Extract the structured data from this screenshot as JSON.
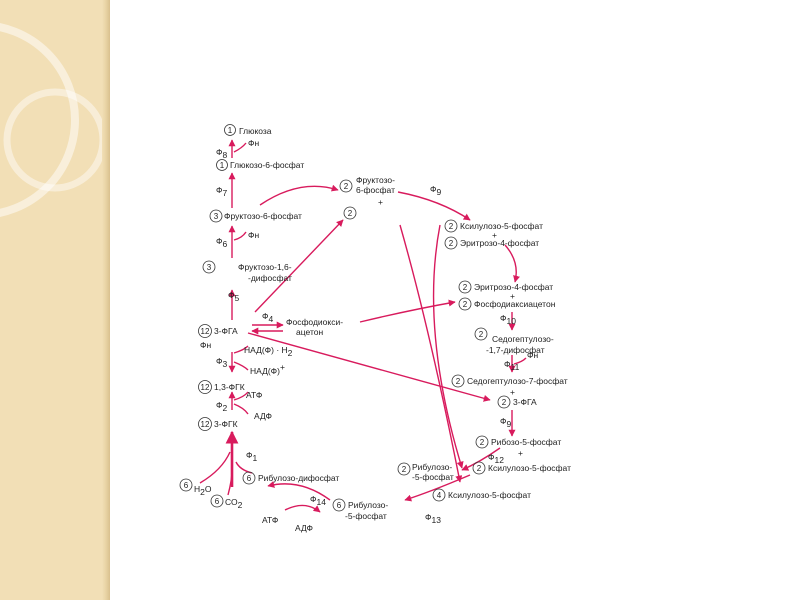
{
  "colors": {
    "sidebar_bg": "#f2dfb6",
    "arrow": "#d81b5d",
    "text": "#222222"
  },
  "labels": {
    "glucose": "Глюкоза",
    "pi_top": "Фн",
    "f8": "Ф",
    "f8_sub": "8",
    "g6p": "Глюкозо-6-фосфат",
    "f7": "Ф",
    "f7_sub": "7",
    "fru_top1": "Фруктозо-",
    "fru_top2": "6-фосфат",
    "f9_top": "Ф",
    "f9_top_sub": "9",
    "plus_top": "+",
    "f6p": "Фруктозо-6-фосфат",
    "xyl5p_top": "Ксилулозо-5-фосфат",
    "plus_xyl": "+",
    "ery4p_top": "Эритрозо-4-фосфат",
    "f6": "Ф",
    "f6_sub": "6",
    "pi_f6": "Фн",
    "fbp1": "Фруктозо-1,6-",
    "fbp2": "-дифосфат",
    "ery4p_r": "Эритрозо-4-фосфат",
    "plus_r": "+",
    "dhap_r": "Фосфодиаксиацетон",
    "f5": "Ф",
    "f5_sub": "5",
    "f4": "Ф",
    "f4_sub": "4",
    "dhap_l1": "Фосфодиокси-",
    "dhap_l2": "ацетон",
    "f10": "Ф",
    "f10_sub": "10",
    "pga3": "3-ФГА",
    "sbp1": "Седогептулозо-",
    "sbp2": "-1,7-дифосфат",
    "pi_left": "Фн",
    "nadph": "НАД(Ф) · Н",
    "nadph_sub": "2",
    "f3": "Ф",
    "f3_sub": "3",
    "nadp": "НАД(Ф)",
    "nadp_sup": "+",
    "f11": "Ф",
    "f11_sub": "11",
    "pi_f11": "Фн",
    "bpg": "1,3-ФГК",
    "s7p": "Седогептулозо-7-фосфат",
    "atp_mid": "АТФ",
    "plus_s7p": "+",
    "f2": "Ф",
    "f2_sub": "2",
    "pga3_r": "3-ФГА",
    "adp_mid": "АДФ",
    "pgk": "3-ФГК",
    "f9_r": "Ф",
    "f9_r_sub": "9",
    "r5p": "Рибозо-5-фосфат",
    "f1": "Ф",
    "f1_sub": "1",
    "plus_r5p": "+",
    "f12": "Ф",
    "f12_sub": "12",
    "ru5p_mid1": "Рибулозо-",
    "ru5p_mid2": "-5-фосфат",
    "xyl5p_mid": "Ксилулозо-5-фосфат",
    "rubp": "Рибулозо-дифосфат",
    "h2o": "Н",
    "h2o_sub": "2",
    "h2o_o": "О",
    "xyl5p_bot": "Ксилулозо-5-фосфат",
    "co2": "СО",
    "co2_sub": "2",
    "f14": "Ф",
    "f14_sub": "14",
    "ru5p_bot1": "Рибулозо-",
    "ru5p_bot2": "-5-фосфат",
    "f13": "Ф",
    "f13_sub": "13",
    "atp_bot": "АТФ",
    "adp_bot": "АДФ"
  },
  "stoich": {
    "glucose": "1",
    "g6p": "1",
    "fru": "2",
    "f6p": "3",
    "xyl_top": "2",
    "ery_top": "2",
    "link": "2",
    "fbp": "3",
    "ery_r": "2",
    "dhap_r": "2",
    "pga": "12",
    "sbp": "2",
    "bpg": "12",
    "s7p": "2",
    "pga_r": "2",
    "pgk": "12",
    "r5p": "2",
    "rubp": "6",
    "ru5p_mid": "2",
    "xyl_mid": "2",
    "h2o": "6",
    "co2": "6",
    "xyl_bot": "4",
    "ru5p_bot": "6"
  }
}
